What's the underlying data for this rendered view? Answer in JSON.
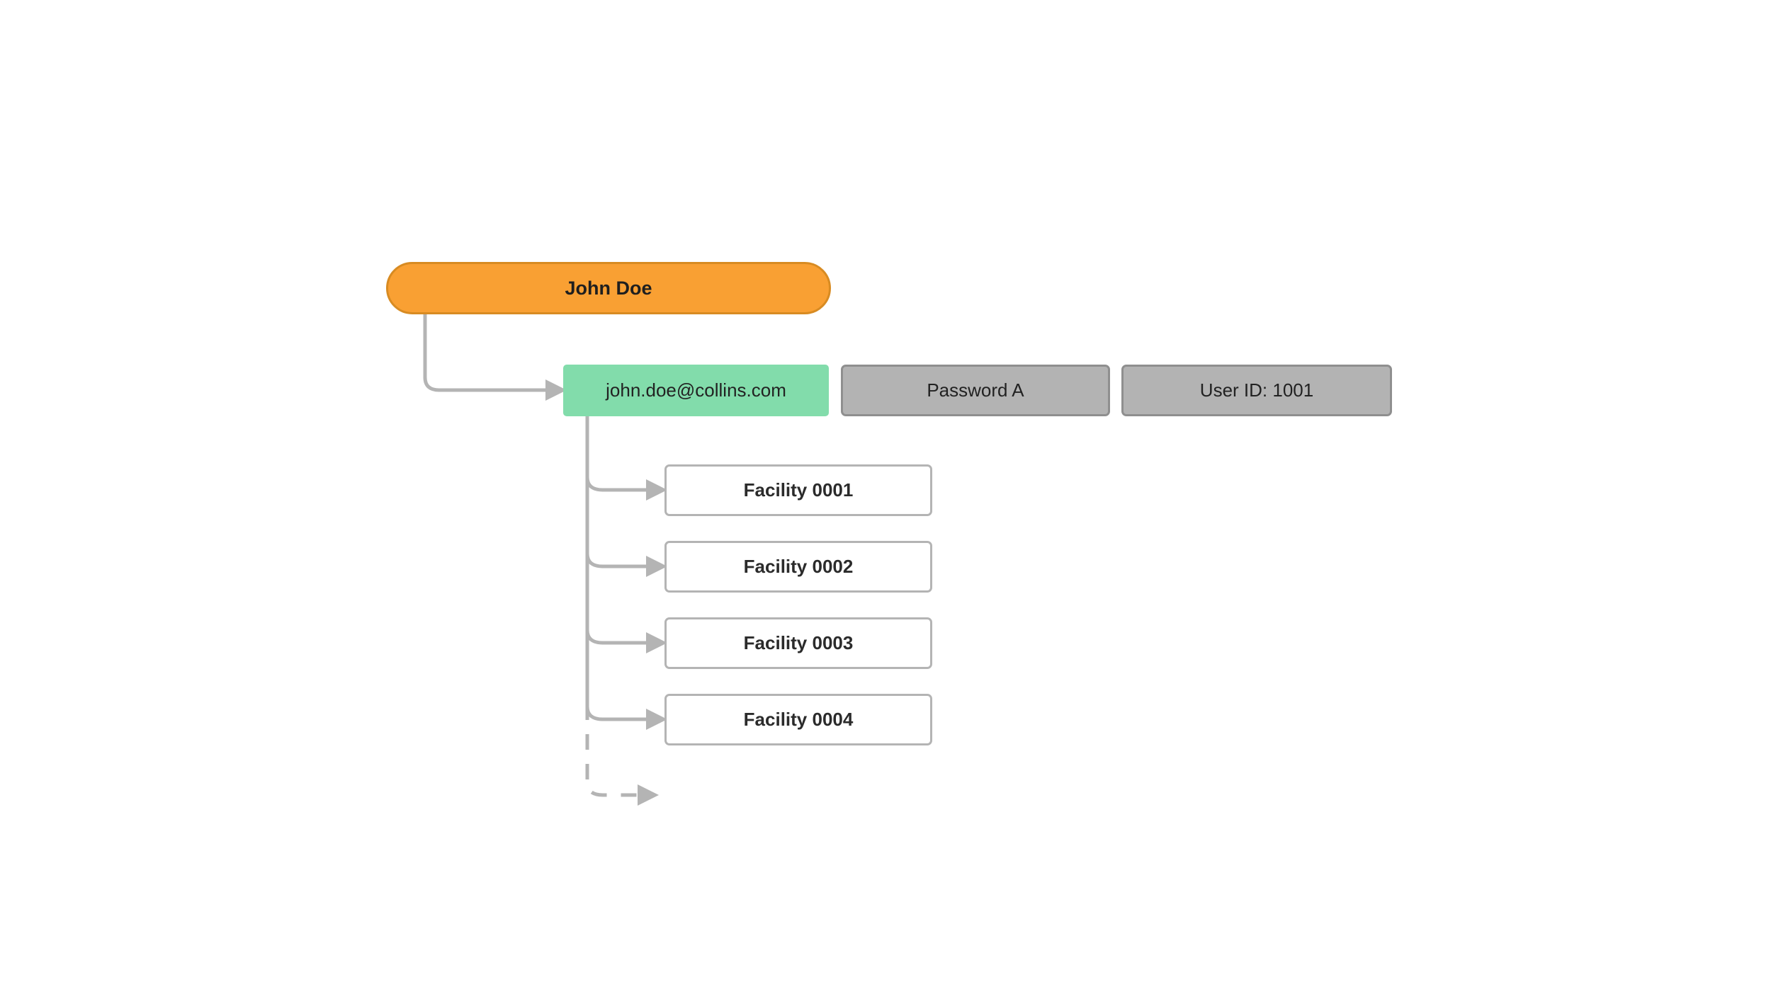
{
  "diagram": {
    "type": "tree",
    "background_color": "#ffffff",
    "edge_color": "#b4b4b4",
    "nodes": {
      "root": {
        "label": "John Doe",
        "role": "person",
        "fill_color": "#f9a033",
        "border_color": "#d88b22"
      },
      "attributes": [
        {
          "id": "email",
          "label": "john.doe@collins.com",
          "fill_color": "#82dcab",
          "border_color": "#82dcab"
        },
        {
          "id": "password",
          "label": "Password A",
          "fill_color": "#b3b3b3",
          "border_color": "#8f8f8f"
        },
        {
          "id": "user-id",
          "label": "User ID: 1001",
          "fill_color": "#b3b3b3",
          "border_color": "#8f8f8f"
        }
      ],
      "facilities": [
        {
          "id": "facility-0001",
          "label": "Facility 0001",
          "fill_color": "#ffffff",
          "border_color": "#b4b4b4"
        },
        {
          "id": "facility-0002",
          "label": "Facility 0002",
          "fill_color": "#ffffff",
          "border_color": "#b4b4b4"
        },
        {
          "id": "facility-0003",
          "label": "Facility 0003",
          "fill_color": "#ffffff",
          "border_color": "#b4b4b4"
        },
        {
          "id": "facility-0004",
          "label": "Facility 0004",
          "fill_color": "#ffffff",
          "border_color": "#b4b4b4"
        }
      ]
    },
    "edges": [
      {
        "from": "root",
        "to": "email",
        "style": "solid",
        "arrow": true
      },
      {
        "from": "email",
        "to": "facility-0001",
        "style": "solid",
        "arrow": true
      },
      {
        "from": "email",
        "to": "facility-0002",
        "style": "solid",
        "arrow": true
      },
      {
        "from": "email",
        "to": "facility-0003",
        "style": "solid",
        "arrow": true
      },
      {
        "from": "email",
        "to": "facility-0004",
        "style": "solid",
        "arrow": true
      },
      {
        "from": "email",
        "to": null,
        "style": "dashed",
        "arrow": true,
        "note": "continuation / more items"
      }
    ]
  }
}
